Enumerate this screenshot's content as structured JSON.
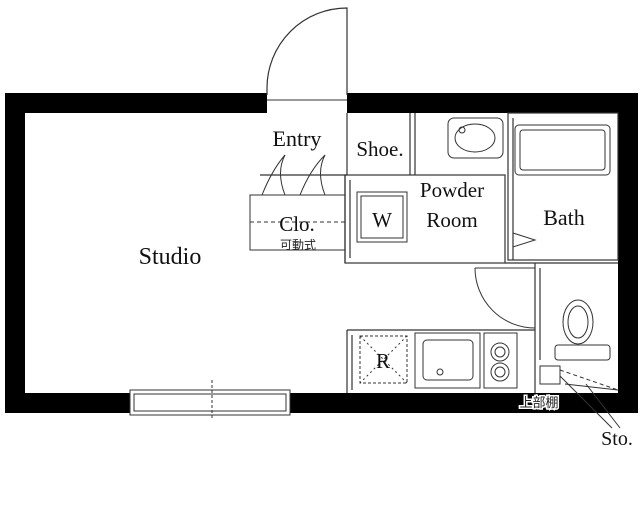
{
  "rooms": {
    "studio": "Studio",
    "entry": "Entry",
    "shoe": "Shoe.",
    "powder_line1": "Powder",
    "powder_line2": "Room",
    "bath": "Bath",
    "washer": "W",
    "closet": "Clo.",
    "closet_note": "可動式",
    "fridge": "R",
    "upper_shelf": "上部棚",
    "storage": "Sto."
  },
  "colors": {
    "wall": "#000000",
    "line": "#333333",
    "background": "#ffffff"
  }
}
